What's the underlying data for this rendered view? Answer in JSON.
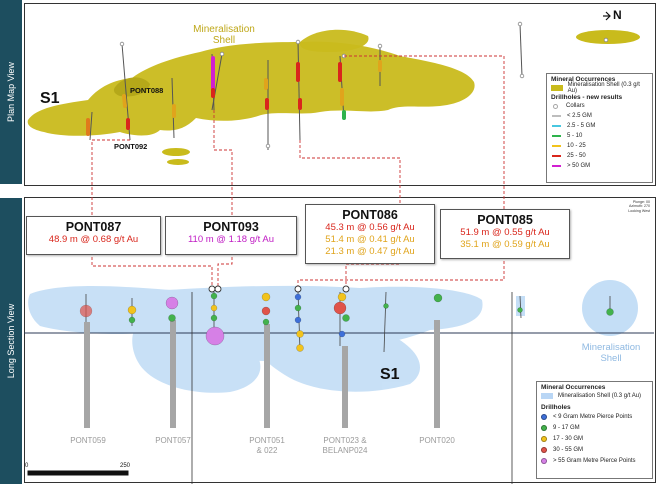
{
  "plan_view": {
    "sidebar_label": "Plan Map View",
    "shell_label_line1": "Mineralisation",
    "shell_label_line2": "Shell",
    "s1_label": "S1",
    "north_label": "N",
    "holes": [
      "PONT088",
      "PONT092"
    ]
  },
  "plan_legend": {
    "title": "Mineral Occurrences",
    "shell_item": "Mineralisation Shell (0.3 g/t Au)",
    "drillholes_title": "Drillholes - new results",
    "items": [
      {
        "label": "Collars",
        "color": "#ffffff",
        "kind": "circle"
      },
      {
        "label": "< 2.5 GM",
        "color": "#bdbdbd",
        "kind": "line"
      },
      {
        "label": "2.5 - 5 GM",
        "color": "#48c7e0",
        "kind": "line"
      },
      {
        "label": "5 - 10",
        "color": "#2eb34c",
        "kind": "line"
      },
      {
        "label": "10 - 25",
        "color": "#f2c31c",
        "kind": "line"
      },
      {
        "label": "25 - 50",
        "color": "#d9261c",
        "kind": "line"
      },
      {
        "label": "> 50 GM",
        "color": "#d11fd1",
        "kind": "line"
      }
    ]
  },
  "callouts": [
    {
      "id": "PONT087",
      "lines": [
        {
          "text": "48.9 m @ 0.68 g/t Au",
          "color": "#d9261c"
        }
      ]
    },
    {
      "id": "PONT093",
      "lines": [
        {
          "text": "110 m @ 1.18 g/t Au",
          "color": "#c01bc4"
        }
      ]
    },
    {
      "id": "PONT086",
      "lines": [
        {
          "text": "45.3 m @ 0.56 g/t Au",
          "color": "#d9261c"
        },
        {
          "text": "51.4 m @ 0.41 g/t Au",
          "color": "#e0a41c"
        },
        {
          "text": "21.3 m @ 0.47 g/t Au",
          "color": "#e0a41c"
        }
      ]
    },
    {
      "id": "PONT085",
      "lines": [
        {
          "text": "51.9 m @ 0.55 g/t Au",
          "color": "#d9261c"
        },
        {
          "text": "35.1 m @ 0.59 g/t Au",
          "color": "#e0a41c"
        }
      ]
    }
  ],
  "section_info": {
    "line1": "Plunge: 00",
    "line2": "Azimuth: 270",
    "line3": "Looking West"
  },
  "long_section": {
    "sidebar_label": "Long Section View",
    "s1_label": "S1",
    "shell_label_line1": "Mineralisation",
    "shell_label_line2": "Shell",
    "hole_labels": [
      {
        "line1": "PONT059",
        "line2": ""
      },
      {
        "line1": "PONT057",
        "line2": ""
      },
      {
        "line1": "PONT051",
        "line2": "& 022"
      },
      {
        "line1": "PONT023 &",
        "line2": "BELANP024"
      },
      {
        "line1": "PONT020",
        "line2": ""
      }
    ]
  },
  "section_legend": {
    "title": "Mineral Occurrences",
    "shell_item": "Mineralisation Shell (0.3 g/t Au)",
    "drillholes_title": "Drillholes",
    "items": [
      {
        "label": "< 9 Gram Metre Pierce Points",
        "color": "#3e6fd8"
      },
      {
        "label": "9 - 17 GM",
        "color": "#43b24c"
      },
      {
        "label": "17 - 30 GM",
        "color": "#f2c31c"
      },
      {
        "label": "30 - 55 GM",
        "color": "#e0534a"
      },
      {
        "label": "> 55 Gram Metre Pierce Points",
        "color": "#d680e6"
      }
    ]
  },
  "scale_bar": {
    "start": "0",
    "end": "250"
  },
  "colors": {
    "shell_plan": "#c9bb1c",
    "shell_section": "#9cc8f0",
    "sidebar": "#1d4e5f",
    "leader": "#cc3333"
  }
}
